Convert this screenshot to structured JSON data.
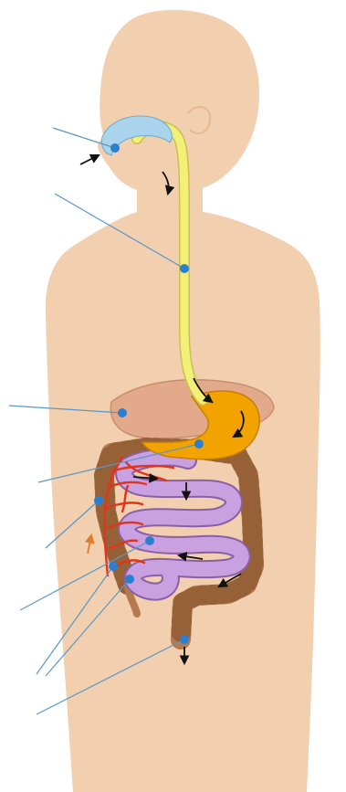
{
  "diagram": {
    "kind": "human digestive system, unlabeled",
    "colors": {
      "background": "#ffffff",
      "skin": "#f2cfae",
      "skin_outline": "#e7b990",
      "mouth": "#a9d4ec",
      "esophagus": "#f3f07a",
      "esophagus_outline": "#c9c24a",
      "stomach": "#f3a300",
      "stomach_outline": "#c97f00",
      "liver": "#e2a98a",
      "large_intestine": "#b57a4c",
      "large_intestine_outline": "#7e4c28",
      "small_intestine": "#c9a0e0",
      "small_intestine_outline": "#8a5fa8",
      "blood_vessels": "#e0341b",
      "leader_lines": "#5a97c8",
      "marker_dots": "#2b7fd0",
      "flow_arrows": "#111111",
      "villi_arrow": "#e57a2a"
    },
    "markers": [
      "mouth",
      "esophagus",
      "liver",
      "stomach",
      "small-intestine",
      "blood-vessels",
      "large-intestine",
      "appendix",
      "anus"
    ]
  }
}
